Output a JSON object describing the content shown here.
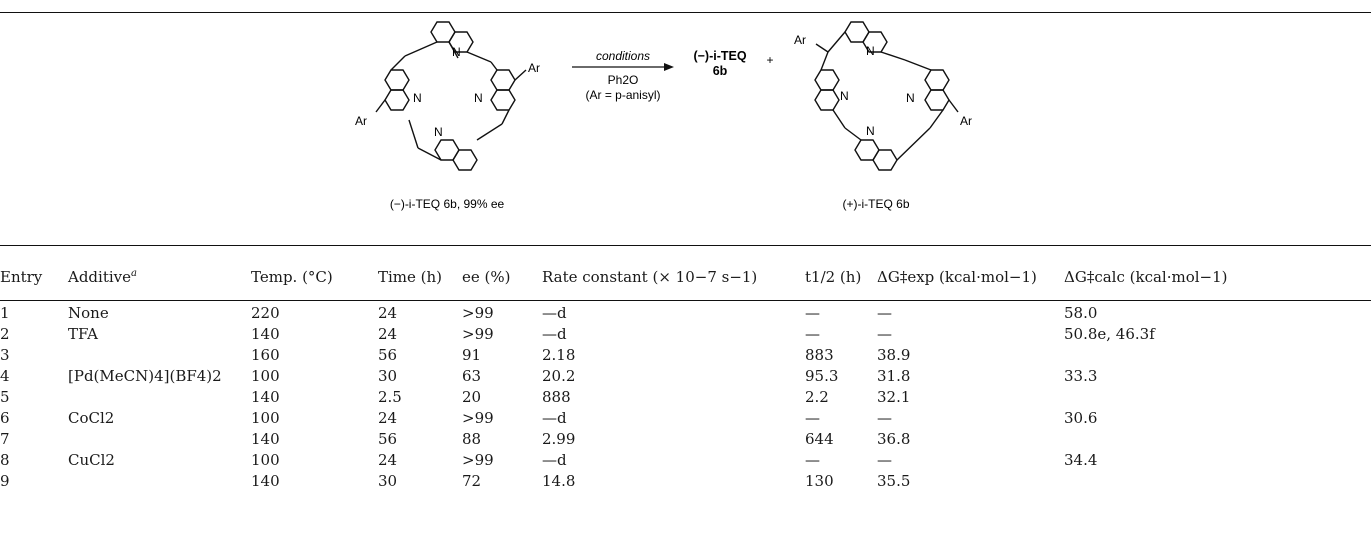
{
  "scheme": {
    "arrow_above": "conditions",
    "arrow_below_1": "Ph2O",
    "arrow_below_2": "(Ar = p-anisyl)",
    "product_left": "(−)-i-TEQ",
    "product_left_number": "6b",
    "plus": "+",
    "reactant_caption": "(−)-i-TEQ 6b, 99% ee",
    "product_right_caption": "(+)-i-TEQ 6b",
    "substituent": "Ar",
    "ring_atom": "N"
  },
  "table": {
    "headers": [
      "Entry",
      "Additive",
      "Temp. (°C)",
      "Time (h)",
      "ee (%)",
      "Rate constant (× 10−7 s−1)",
      "t1/2 (h)",
      "ΔG‡exp (kcal·mol−1)",
      "ΔG‡calc (kcal·mol−1)"
    ],
    "rows": [
      [
        "1",
        "None",
        "220",
        "24",
        ">99",
        "—d",
        "—",
        "—",
        "58.0"
      ],
      [
        "2",
        "TFA",
        "140",
        "24",
        ">99",
        "—d",
        "—",
        "—",
        "50.8e, 46.3f"
      ],
      [
        "3",
        "",
        "160",
        "56",
        "91",
        "2.18",
        "883",
        "38.9",
        ""
      ],
      [
        "4",
        "[Pd(MeCN)4](BF4)2",
        "100",
        "30",
        "63",
        "20.2",
        "95.3",
        "31.8",
        "33.3"
      ],
      [
        "5",
        "",
        "140",
        "2.5",
        "20",
        "888",
        "2.2",
        "32.1",
        ""
      ],
      [
        "6",
        "CoCl2",
        "100",
        "24",
        ">99",
        "—d",
        "—",
        "—",
        "30.6"
      ],
      [
        "7",
        "",
        "140",
        "56",
        "88",
        "2.99",
        "644",
        "36.8",
        ""
      ],
      [
        "8",
        "CuCl2",
        "100",
        "24",
        ">99",
        "—d",
        "—",
        "—",
        "34.4"
      ],
      [
        "9",
        "",
        "140",
        "30",
        "72",
        "14.8",
        "130",
        "35.5",
        ""
      ]
    ]
  }
}
